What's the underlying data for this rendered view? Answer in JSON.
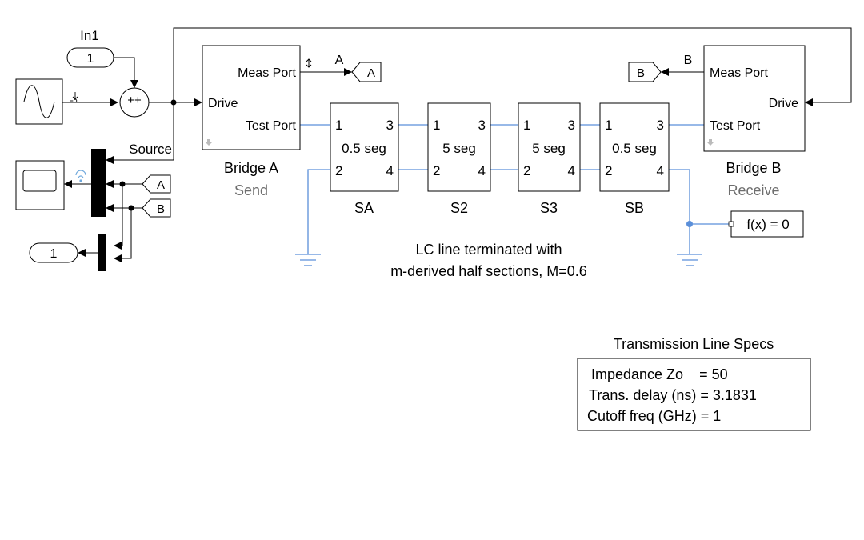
{
  "inport": {
    "number": "1",
    "name": "In1"
  },
  "outport": {
    "number": "1"
  },
  "source_label": "Source",
  "goto_tags": {
    "a": "A",
    "b": "B"
  },
  "from_tags": {
    "a": "A",
    "b": "B"
  },
  "signal_labels": {
    "a": "A",
    "b": "B"
  },
  "sum_signs": "++",
  "bridge_a": {
    "port_meas": "Meas Port",
    "port_drive": "Drive",
    "port_test": "Test Port",
    "name": "Bridge A",
    "sublabel": "Send"
  },
  "bridge_b": {
    "port_meas": "Meas Port",
    "port_drive": "Drive",
    "port_test": "Test Port",
    "name": "Bridge B",
    "sublabel": "Receive"
  },
  "segments": [
    {
      "name": "SA",
      "label": "0.5 seg",
      "ports": [
        "1",
        "3",
        "2",
        "4"
      ]
    },
    {
      "name": "S2",
      "label": "5 seg",
      "ports": [
        "1",
        "3",
        "2",
        "4"
      ]
    },
    {
      "name": "S3",
      "label": "5 seg",
      "ports": [
        "1",
        "3",
        "2",
        "4"
      ]
    },
    {
      "name": "SB",
      "label": "0.5 seg",
      "ports": [
        "1",
        "3",
        "2",
        "4"
      ]
    }
  ],
  "solver": {
    "label": "f(x) = 0"
  },
  "annotation": [
    "LC line terminated with",
    "m-derived half sections, M=0.6"
  ],
  "specs": {
    "title": "Transmission Line Specs",
    "lines": [
      "Impedance Zo    = 50",
      "Trans. delay (ns) = 3.1831",
      "Cutoff freq (GHz) = 1"
    ]
  },
  "colors": {
    "physical_line": "#5b8fd9",
    "signal_line": "#000000",
    "block_border": "#000000",
    "annotation_gray": "#6e6e6e"
  }
}
